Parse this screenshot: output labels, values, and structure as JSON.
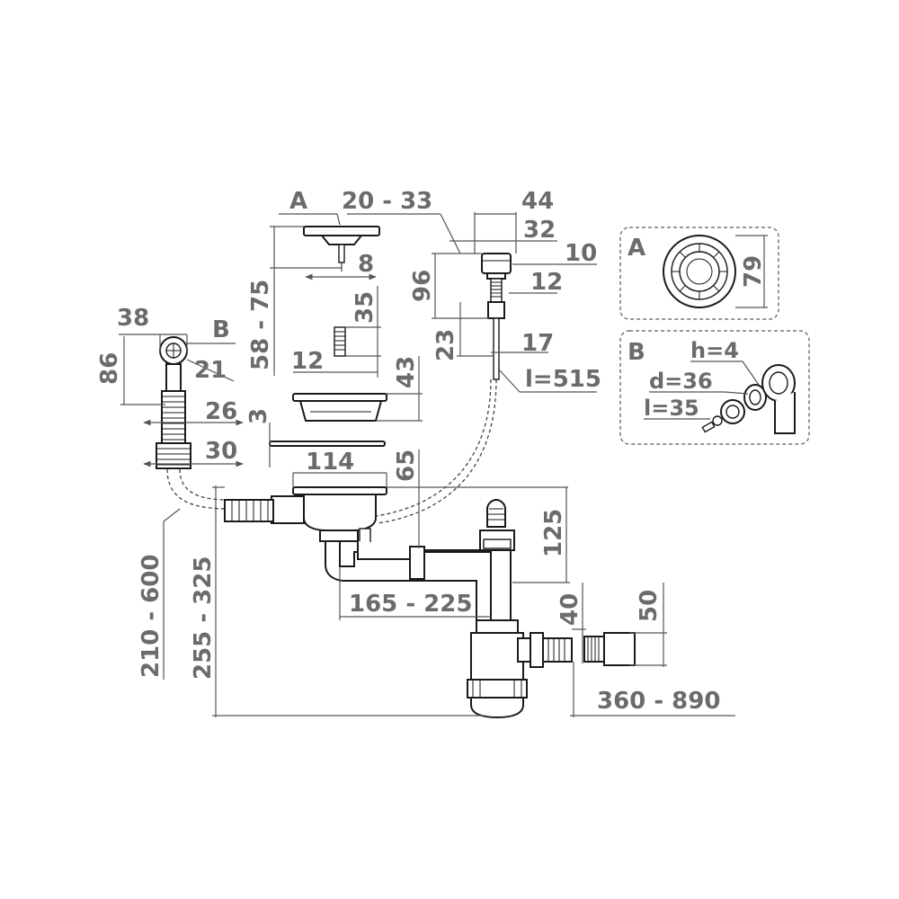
{
  "labels": {
    "callout_a": "A",
    "callout_b": "B",
    "dim_20_33": "20 - 33",
    "dim_44": "44",
    "dim_32": "32",
    "dim_10": "10",
    "dim_96": "96",
    "dim_12_top": "12",
    "dim_23": "23",
    "dim_17": "17",
    "dim_l515": "l=515",
    "dim_8": "8",
    "dim_58_75": "58 - 75",
    "dim_35": "35",
    "dim_12_mid": "12",
    "dim_43": "43",
    "dim_3": "3",
    "dim_114": "114",
    "dim_65": "65",
    "dim_38": "38",
    "dim_86": "86",
    "dim_21": "21",
    "dim_26": "26",
    "dim_30": "30",
    "dim_210_600": "210 - 600",
    "dim_255_325": "255 - 325",
    "dim_125": "125",
    "dim_165_225": "165 - 225",
    "dim_40": "40",
    "dim_50": "50",
    "dim_360_890": "360 - 890"
  },
  "detail_a": {
    "letter": "A",
    "dim_79": "79"
  },
  "detail_b": {
    "letter": "B",
    "h": "h=4",
    "d": "d=36",
    "l": "l=35"
  }
}
